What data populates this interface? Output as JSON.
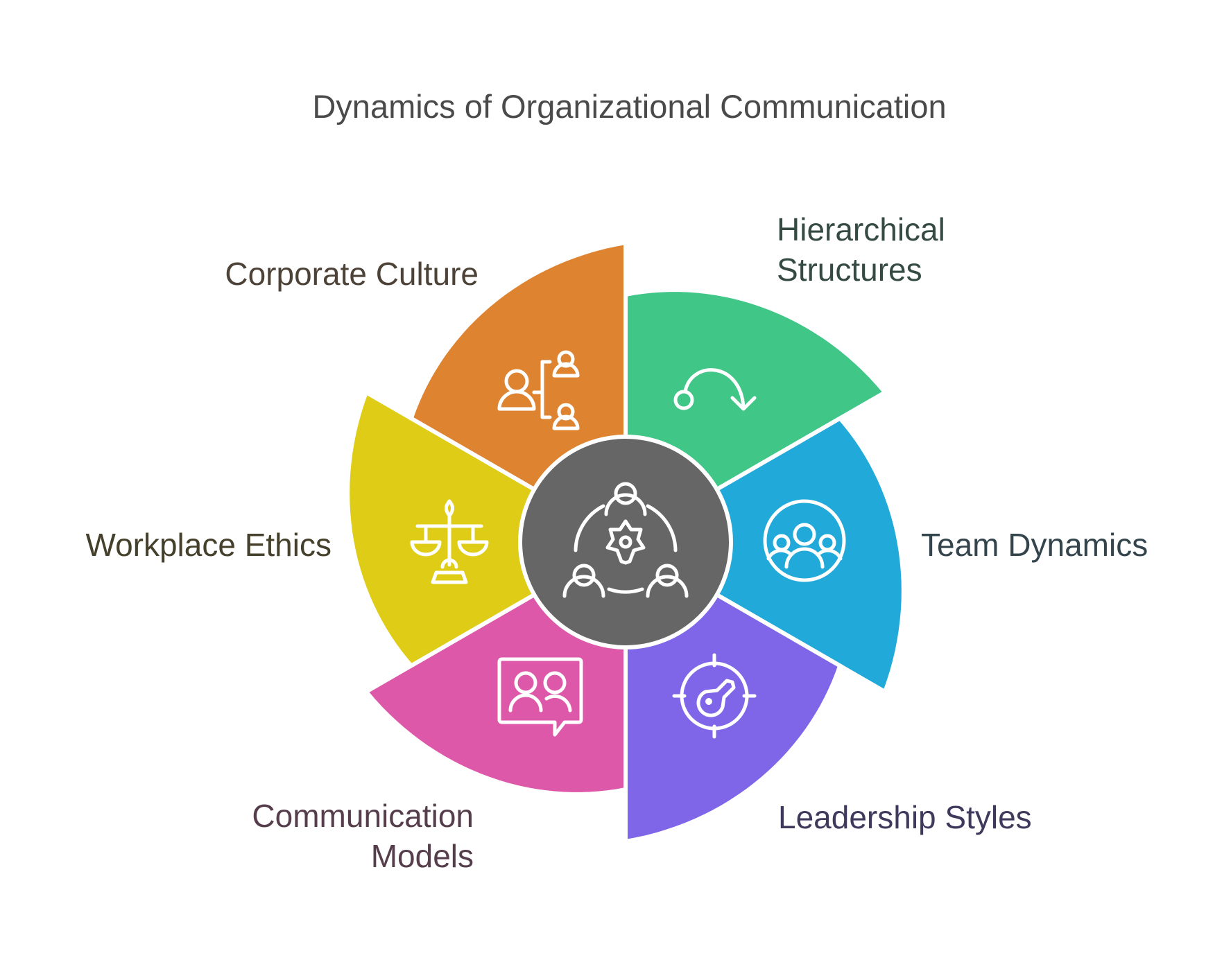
{
  "title": "Dynamics of Organizational Communication",
  "center": {
    "icon": "team-gear-icon",
    "color": "#666666"
  },
  "segments": [
    {
      "id": "hierarchical-structures",
      "label_lines": [
        "Hierarchical",
        "Structures"
      ],
      "icon": "curved-arrow-icon",
      "color": "#40c687",
      "text_color": "#344a42",
      "start_deg": 0,
      "end_deg": 60
    },
    {
      "id": "team-dynamics",
      "label_lines": [
        "Team Dynamics"
      ],
      "icon": "group-circle-icon",
      "color": "#21aad9",
      "text_color": "#33444c",
      "start_deg": 60,
      "end_deg": 120
    },
    {
      "id": "leadership-styles",
      "label_lines": [
        "Leadership Styles"
      ],
      "icon": "target-key-icon",
      "color": "#7f66e8",
      "text_color": "#3f3a5c",
      "start_deg": 120,
      "end_deg": 180
    },
    {
      "id": "communication-models",
      "label_lines": [
        "Communication",
        "Models"
      ],
      "icon": "chat-people-icon",
      "color": "#dd58a8",
      "text_color": "#553d4b",
      "start_deg": 180,
      "end_deg": 240
    },
    {
      "id": "workplace-ethics",
      "label_lines": [
        "Workplace Ethics"
      ],
      "icon": "scales-icon",
      "color": "#dfcc16",
      "text_color": "#45402b",
      "start_deg": 240,
      "end_deg": 300
    },
    {
      "id": "corporate-culture",
      "label_lines": [
        "Corporate Culture"
      ],
      "icon": "org-chart-icon",
      "color": "#de8431",
      "text_color": "#4d4237",
      "start_deg": 300,
      "end_deg": 360
    }
  ]
}
